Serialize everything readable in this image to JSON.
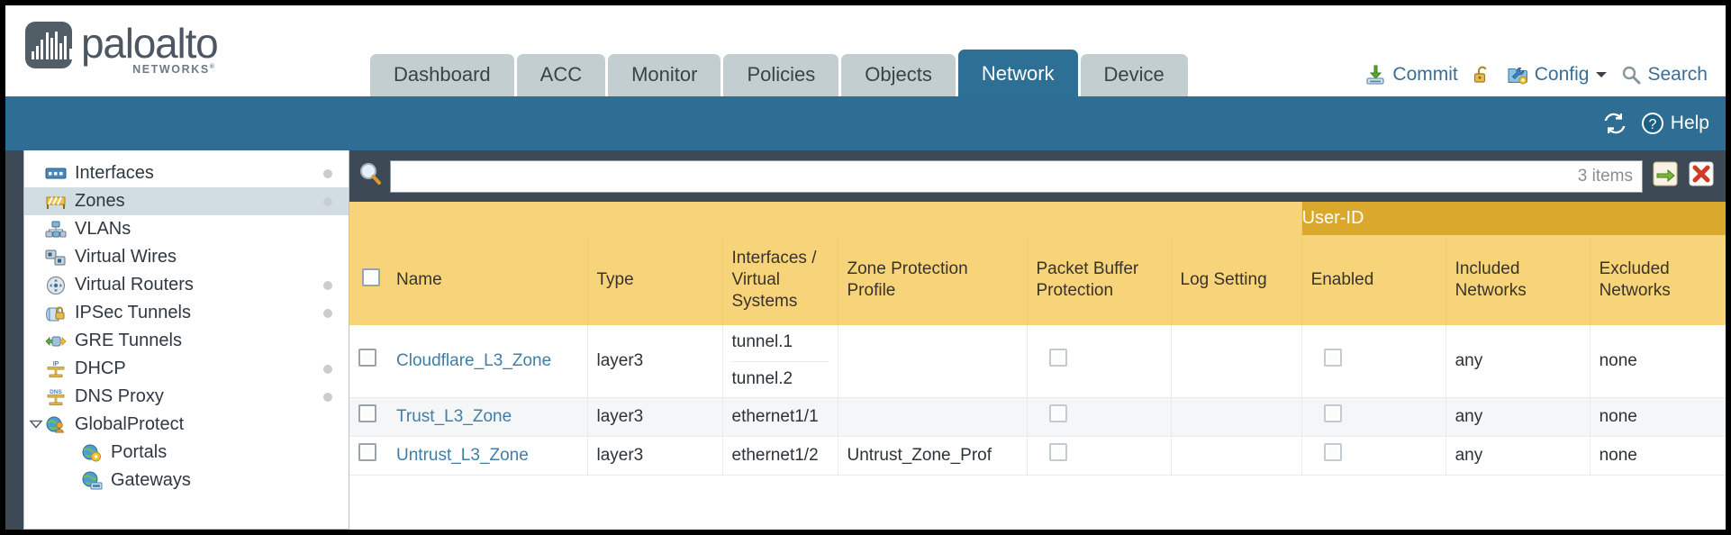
{
  "brand": {
    "name": "paloalto",
    "sub": "NETWORKS",
    "sub_mark": "®",
    "logo_color": "#515e67"
  },
  "nav": {
    "tabs": [
      {
        "label": "Dashboard",
        "active": false
      },
      {
        "label": "ACC",
        "active": false
      },
      {
        "label": "Monitor",
        "active": false
      },
      {
        "label": "Policies",
        "active": false
      },
      {
        "label": "Objects",
        "active": false
      },
      {
        "label": "Network",
        "active": true
      },
      {
        "label": "Device",
        "active": false
      }
    ],
    "active_tab": "Network",
    "active_color": "#2e6f96",
    "inactive_color": "#c3ced0"
  },
  "header_actions": {
    "commit": "Commit",
    "lock_icon": "unlocked-padlock-icon",
    "config": "Config",
    "config_caret": "chevron-down-icon",
    "search": "Search"
  },
  "blueband": {
    "refresh_icon": "refresh-icon",
    "help": "Help",
    "background": "#2e6d94"
  },
  "sidebar": {
    "items": [
      {
        "label": "Interfaces",
        "icon": "interfaces-icon",
        "dot": true,
        "active": false,
        "child": false,
        "caret": false
      },
      {
        "label": "Zones",
        "icon": "zones-icon",
        "dot": true,
        "active": true,
        "child": false,
        "caret": false
      },
      {
        "label": "VLANs",
        "icon": "vlans-icon",
        "dot": false,
        "active": false,
        "child": false,
        "caret": false
      },
      {
        "label": "Virtual Wires",
        "icon": "virtual-wires-icon",
        "dot": false,
        "active": false,
        "child": false,
        "caret": false
      },
      {
        "label": "Virtual Routers",
        "icon": "virtual-routers-icon",
        "dot": true,
        "active": false,
        "child": false,
        "caret": false
      },
      {
        "label": "IPSec Tunnels",
        "icon": "ipsec-tunnels-icon",
        "dot": true,
        "active": false,
        "child": false,
        "caret": false
      },
      {
        "label": "GRE Tunnels",
        "icon": "gre-tunnels-icon",
        "dot": false,
        "active": false,
        "child": false,
        "caret": false
      },
      {
        "label": "DHCP",
        "icon": "dhcp-icon",
        "dot": true,
        "active": false,
        "child": false,
        "caret": false
      },
      {
        "label": "DNS Proxy",
        "icon": "dns-proxy-icon",
        "dot": true,
        "active": false,
        "child": false,
        "caret": false
      },
      {
        "label": "GlobalProtect",
        "icon": "globalprotect-icon",
        "dot": false,
        "active": false,
        "child": false,
        "caret": true
      },
      {
        "label": "Portals",
        "icon": "portals-icon",
        "dot": false,
        "active": false,
        "child": true,
        "caret": false
      },
      {
        "label": "Gateways",
        "icon": "gateways-icon",
        "dot": false,
        "active": false,
        "child": true,
        "caret": false
      }
    ]
  },
  "search": {
    "icon": "search-magnifier-icon",
    "value": "",
    "placeholder": "",
    "item_count": "3 items",
    "apply_icon": "apply-filter-arrow-icon",
    "clear_icon": "clear-filter-x-icon"
  },
  "table": {
    "group_header": "User-ID",
    "group_header_color": "#d9a82c",
    "header_color": "#f7d479",
    "columns": [
      "Name",
      "Type",
      "Interfaces / Virtual Systems",
      "Zone Protection Profile",
      "Packet Buffer Protection",
      "Log Setting",
      "Enabled",
      "Included Networks",
      "Excluded Networks"
    ],
    "rows": [
      {
        "selected": false,
        "name": "Cloudflare_L3_Zone",
        "type": "layer3",
        "interfaces": [
          "tunnel.1",
          "tunnel.2"
        ],
        "zone_protection_profile": "",
        "packet_buffer_protection": false,
        "log_setting": "",
        "userid_enabled": false,
        "included_networks": "any",
        "excluded_networks": "none"
      },
      {
        "selected": false,
        "name": "Trust_L3_Zone",
        "type": "layer3",
        "interfaces": [
          "ethernet1/1"
        ],
        "zone_protection_profile": "",
        "packet_buffer_protection": false,
        "log_setting": "",
        "userid_enabled": false,
        "included_networks": "any",
        "excluded_networks": "none"
      },
      {
        "selected": false,
        "name": "Untrust_L3_Zone",
        "type": "layer3",
        "interfaces": [
          "ethernet1/2"
        ],
        "zone_protection_profile": "Untrust_Zone_Prof",
        "packet_buffer_protection": false,
        "log_setting": "",
        "userid_enabled": false,
        "included_networks": "any",
        "excluded_networks": "none"
      }
    ]
  }
}
